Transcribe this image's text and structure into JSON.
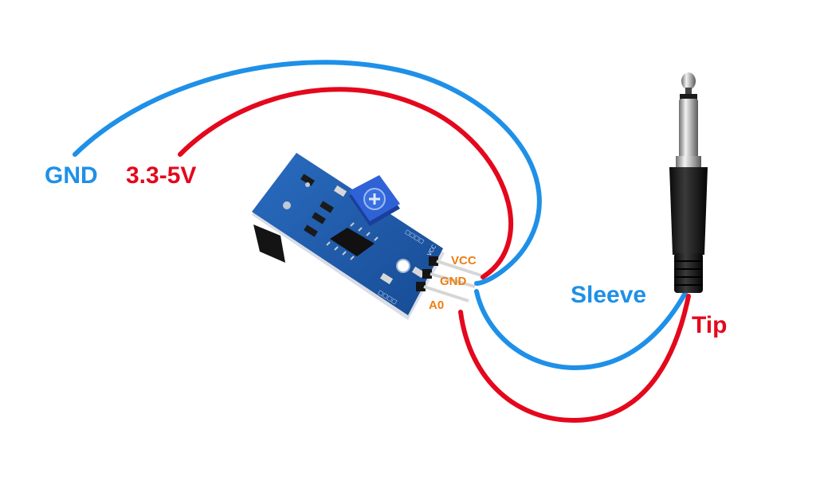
{
  "labels": {
    "gnd_wire": "GND",
    "power_wire": "3.3-5V",
    "sleeve": "Sleeve",
    "tip": "Tip"
  },
  "pins": {
    "vcc": "VCC",
    "gnd": "GND",
    "a0": "A0"
  },
  "colors": {
    "blue_wire": "#1e90e8",
    "red_wire": "#e4081d",
    "pin_label": "#ee7d12",
    "pcb": "#1f5fb0",
    "pot": "#2255c8"
  },
  "icons": {
    "module": "sensor-module-icon",
    "jack": "mono-audio-jack-icon"
  }
}
